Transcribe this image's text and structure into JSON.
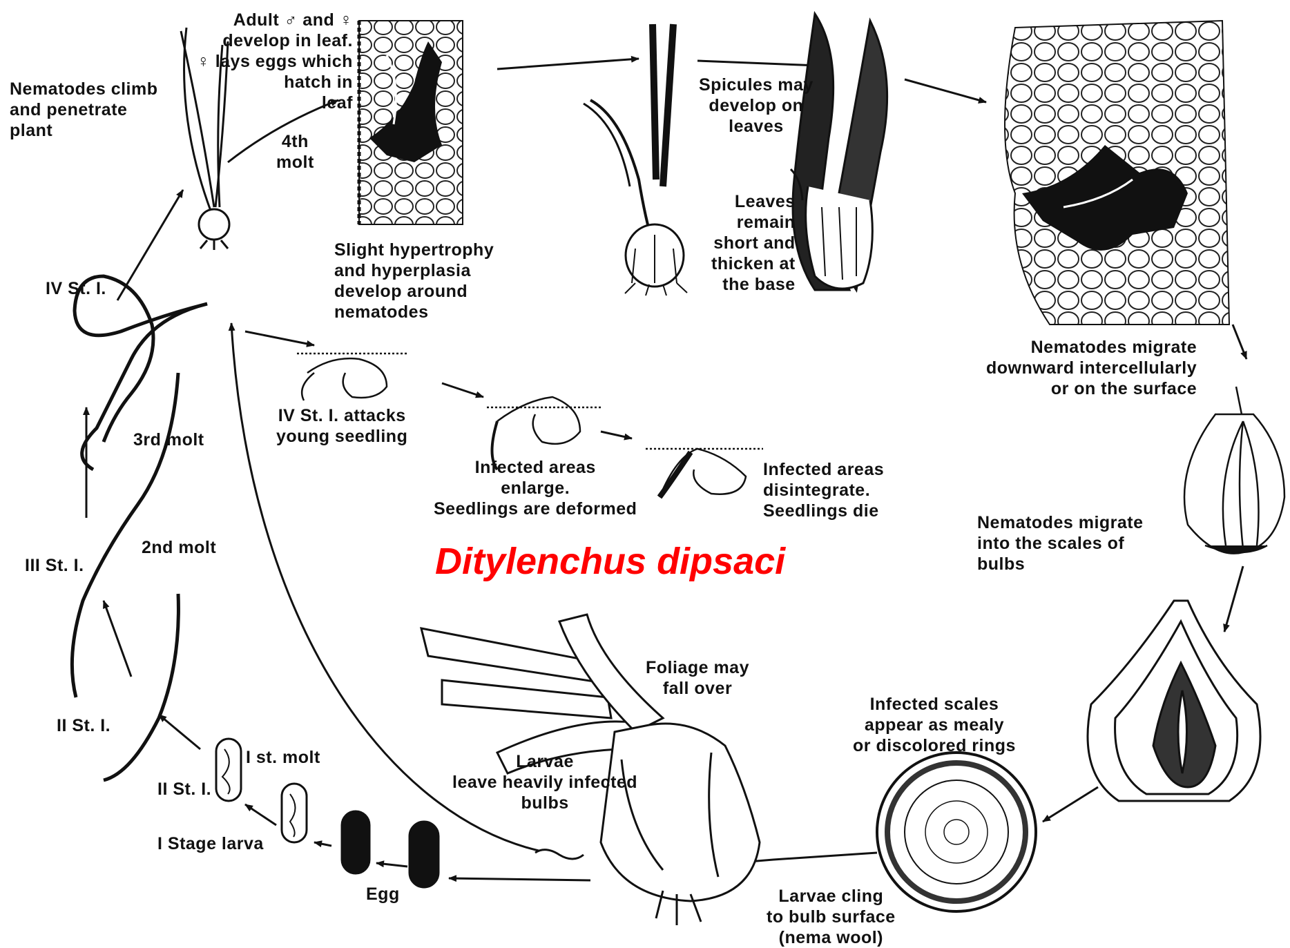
{
  "title": {
    "text": "Ditylenchus dipsaci",
    "color": "#ff0000"
  },
  "labels": {
    "climb": "Nematodes climb\nand penetrate\nplant",
    "adult": "Adult ♂ and ♀\ndevelop in leaf.\n♀ lays eggs which\nhatch in\nleaf",
    "molt4": "4th\nmolt",
    "hypertrophy": "Slight hypertrophy\nand hyperplasia\ndevelop around\nnematodes",
    "spicules": "Spicules may\ndevelop on\nleaves",
    "leaves_short": "Leaves\nremain\nshort and\nthicken at\nthe base",
    "migrate_down": "Nematodes migrate\ndownward intercellularly\nor on the surface",
    "migrate_scales": "Nematodes migrate\ninto the scales of\nbulbs",
    "mealy": "Infected scales\nappear as mealy\nor discolored rings",
    "cling": "Larvae cling\nto bulb surface\n(nema wool)",
    "foliage": "Foliage may\nfall over",
    "leave_bulbs": "Larvae\nleave heavily infected\nbulbs",
    "egg": "Egg",
    "stage1": "I Stage larva",
    "molt1": "I st. molt",
    "stage2_small": "II St. I.",
    "stage2": "II St. I.",
    "stage3": "III St. I.",
    "molt2": "2nd molt",
    "molt3": "3rd molt",
    "stage4": "IV St. I.",
    "attacks": "IV St. I. attacks\nyoung seedling",
    "enlarge": "Infected areas\nenlarge.\nSeedlings are deformed",
    "disintegrate": "Infected areas\ndisintegrate.\nSeedlings die"
  }
}
